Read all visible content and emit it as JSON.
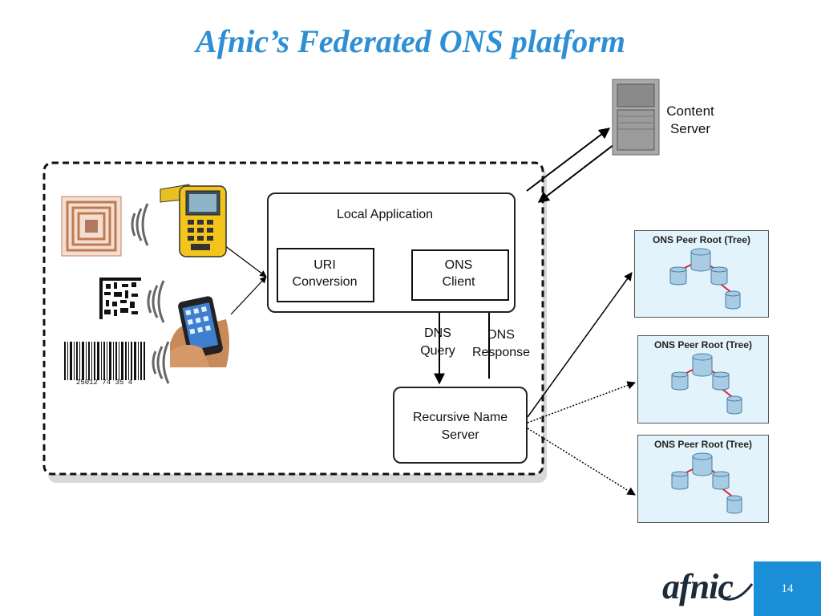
{
  "title": "Afnic’s Federated ONS platform",
  "diagram": {
    "content_server": "Content Server",
    "local_application": "Local Application",
    "uri_conversion": "URI Conversion",
    "ons_client": "ONS Client",
    "dns_query": "DNS Query",
    "dns_response": "DNS Response",
    "recursive_name_server": "Recursive Name Server",
    "peer_roots": [
      {
        "label": "ONS Peer Root (Tree)"
      },
      {
        "label": "ONS Peer Root (Tree)"
      },
      {
        "label": "ONS Peer Root (Tree)"
      }
    ],
    "barcode_digits": "25012 74 35 4"
  },
  "footer": {
    "page_number": "14",
    "logo": "afnic"
  }
}
